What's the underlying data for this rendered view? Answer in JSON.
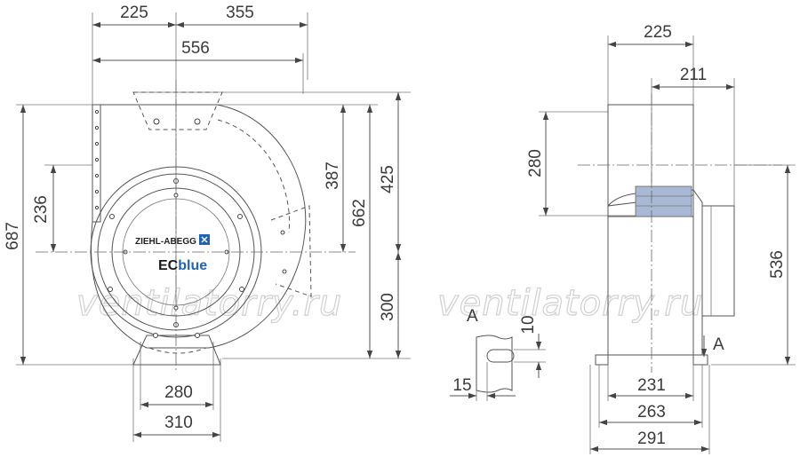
{
  "brand": {
    "maker_name": "ZIEHL-ABEGG",
    "series_ec": "EC",
    "series_blue": "blue",
    "blue_color": "#1f64b4"
  },
  "watermark": "ventilatorry.ru",
  "section_marker": "A",
  "front_view": {
    "dim_top_left": "225",
    "dim_top_right": "355",
    "dim_overall_width": "556",
    "dim_total_height": "687",
    "dim_inlet_offset": "236",
    "dim_upper_387": "387",
    "dim_upper_425": "425",
    "dim_upper_662": "662",
    "dim_lower_300": "300",
    "dim_foot_inner": "280",
    "dim_foot_outer": "310"
  },
  "side_view": {
    "dim_top_225": "225",
    "dim_top_211": "211",
    "dim_outlet_280": "280",
    "dim_height_536": "536",
    "dim_base_231": "231",
    "dim_base_263": "263",
    "dim_base_291": "291"
  },
  "detail_a": {
    "dim_slot_10": "10",
    "dim_slot_15": "15"
  },
  "colors": {
    "motor_block": "#a9b8d4"
  }
}
